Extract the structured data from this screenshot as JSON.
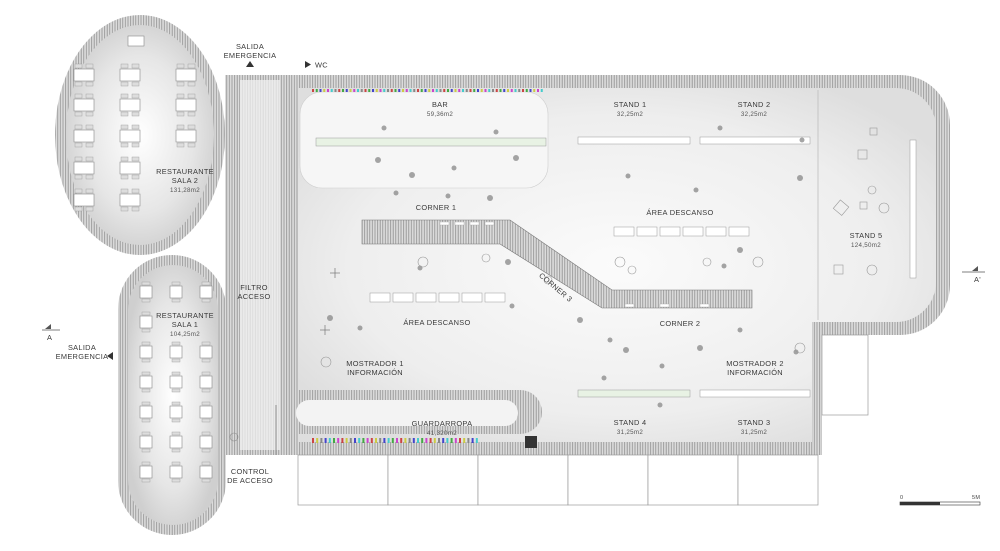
{
  "plan": {
    "rooms": {
      "bar": {
        "name": "BAR",
        "area": "59,36m2"
      },
      "stand1": {
        "name": "STAND 1",
        "area": "32,25m2"
      },
      "stand2": {
        "name": "STAND 2",
        "area": "32,25m2"
      },
      "stand3": {
        "name": "STAND 3",
        "area": "31,25m2"
      },
      "stand4": {
        "name": "STAND 4",
        "area": "31,25m2"
      },
      "stand5": {
        "name": "STAND 5",
        "area": "124,50m2"
      },
      "restaurante2": {
        "line1": "RESTAURANTE",
        "line2": "SALA 2",
        "area": "131,28m2"
      },
      "restaurante1": {
        "line1": "RESTAURANTE",
        "line2": "SALA 1",
        "area": "104,25m2"
      },
      "guardarropa": {
        "name": "GUARDARROPA",
        "area": "41,320m2"
      },
      "corner1": "CORNER 1",
      "corner2": "CORNER 2",
      "corner3": "CORNER 3",
      "descanso1": "ÁREA DESCANSO",
      "descanso2": "ÁREA DESCANSO",
      "mostrador1": {
        "line1": "MOSTRADOR 1",
        "line2": "INFORMACIÓN"
      },
      "mostrador2": {
        "line1": "MOSTRADOR 2",
        "line2": "INFORMACIÓN"
      },
      "filtro": {
        "line1": "FILTRO",
        "line2": "ACCESO"
      },
      "control": {
        "line1": "CONTROL",
        "line2": "DE ACCESO"
      }
    },
    "exits": {
      "salida_top": {
        "line1": "SALIDA",
        "line2": "EMERGENCIA"
      },
      "salida_left": {
        "line1": "SALIDA",
        "line2": "EMERGENCIA"
      },
      "wc": "WC"
    },
    "section_marks": {
      "left": "A",
      "right": "A'"
    },
    "scale_bar": {
      "start": "0",
      "end": "5M"
    },
    "colors": {
      "line": "#8a8a8a",
      "floor": "#efefef",
      "wall": "#9c9c9c"
    }
  }
}
